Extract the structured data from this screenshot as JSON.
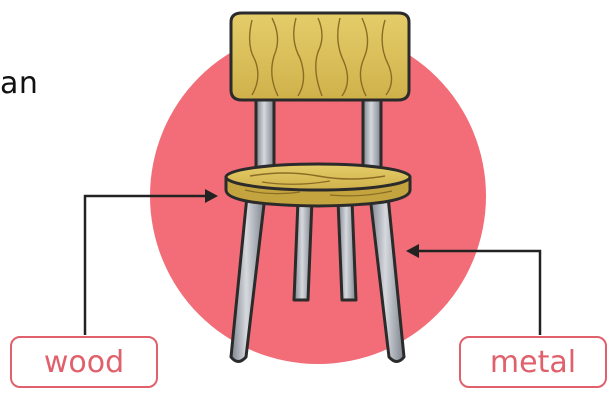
{
  "partial_text": "an",
  "labels": {
    "wood": "wood",
    "metal": "metal"
  },
  "colors": {
    "circle": "#f26d78",
    "label_border": "#e0606c",
    "label_text": "#e0606c",
    "wood": "#d9bf55",
    "wood_grain": "#8a6d25",
    "metal": "#9ea3ad",
    "outline": "#2b2b2b",
    "pointer_line": "#222222"
  },
  "illustration": {
    "subject": "chair-icon"
  }
}
